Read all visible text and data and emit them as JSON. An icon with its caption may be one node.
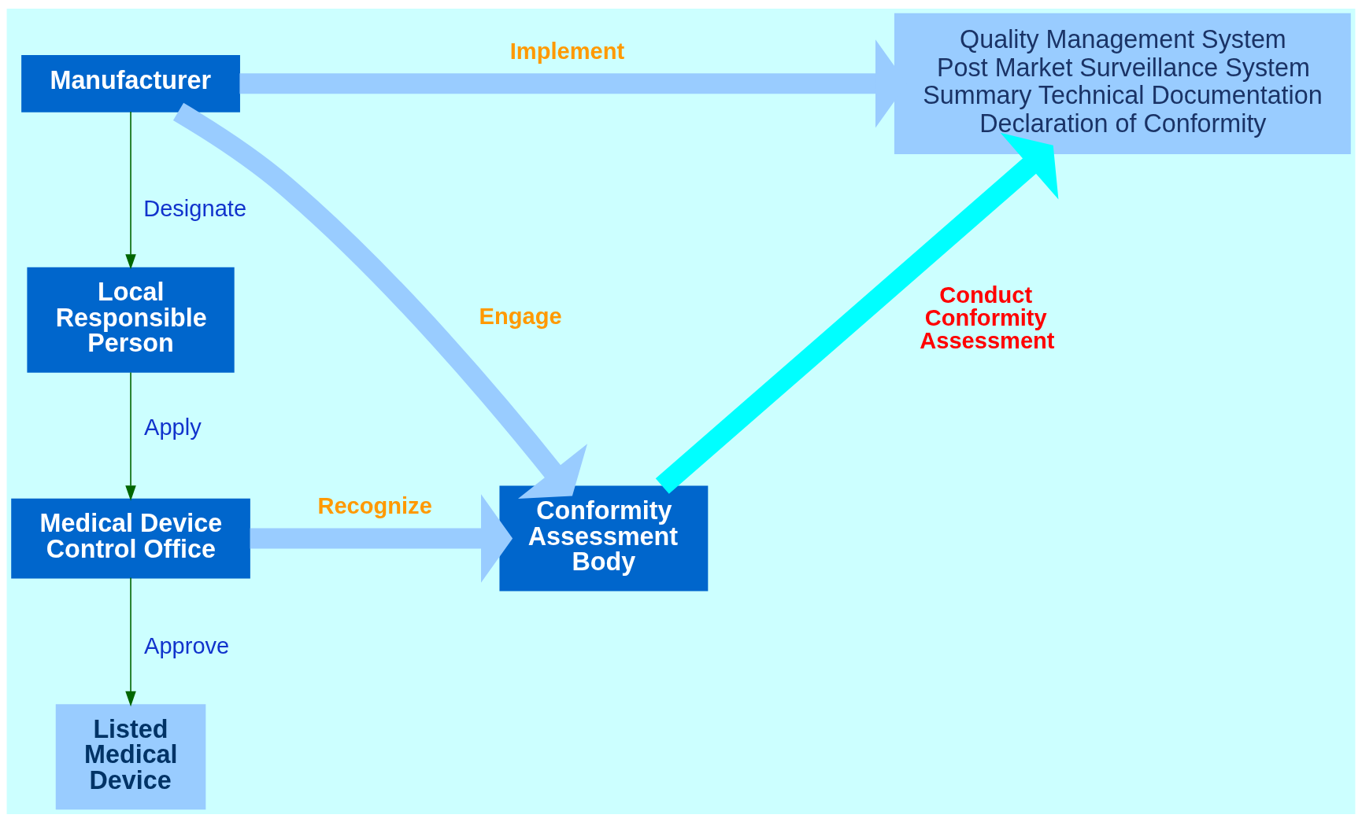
{
  "diagram": {
    "nodes": [
      {
        "text": [
          "Manufacturer"
        ]
      },
      {
        "text": [
          "Local Responsible Person"
        ]
      },
      {
        "text": [
          "Medical Device Control Office"
        ]
      },
      {
        "text": [
          "Listed Medical Device"
        ]
      },
      {
        "text": [
          "Quality Management System",
          "Post Market Surveillance System",
          "Summary Technical Documentation",
          "Declaration of Conformity"
        ]
      },
      {
        "text": [
          "Conformity Assessment Body"
        ]
      }
    ],
    "edges": [
      {
        "from": 0,
        "to": 1,
        "arrow": "to",
        "label": "Designate",
        "color": "#006600"
      },
      {
        "from": 1,
        "to": 2,
        "arrow": "to",
        "label": "Apply",
        "color": "#006600"
      },
      {
        "from": 2,
        "to": 3,
        "arrow": "to",
        "label": "Approve",
        "color": "#006600"
      },
      {
        "from": 0,
        "to": 4,
        "arrow": "to",
        "label": "Implement",
        "color": "#99ccff"
      },
      {
        "from": 0,
        "to": 5,
        "arrow": "to",
        "label": "Engage",
        "color": "#99ccff"
      },
      {
        "from": 2,
        "to": 5,
        "arrow": "to",
        "label": "Recognize",
        "color": "#99ccff"
      },
      {
        "from": 5,
        "to": 4,
        "arrow": "to",
        "label": "Conduct Conformity Assessment",
        "color": "#00ffff"
      }
    ]
  }
}
